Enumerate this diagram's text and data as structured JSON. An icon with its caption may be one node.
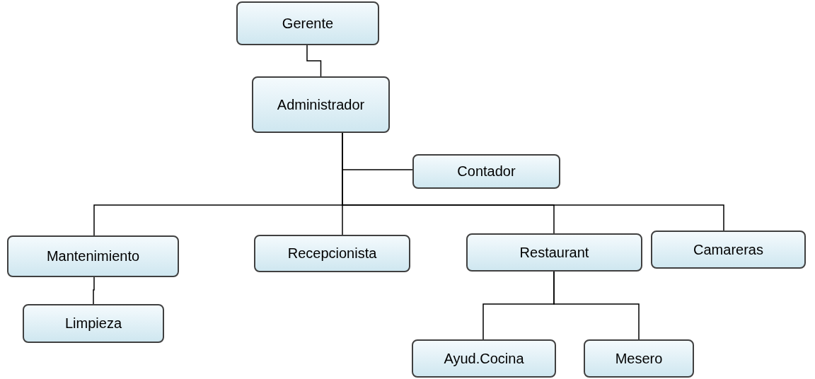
{
  "diagram": {
    "nodes": [
      {
        "text": [
          "Gerente"
        ]
      },
      {
        "text": [
          "Administrador"
        ]
      },
      {
        "text": [
          "Contador"
        ]
      },
      {
        "text": [
          "Mantenimiento"
        ]
      },
      {
        "text": [
          "Recepcionista"
        ]
      },
      {
        "text": [
          "Restaurant"
        ]
      },
      {
        "text": [
          "Camareras"
        ]
      },
      {
        "text": [
          "Limpieza"
        ]
      },
      {
        "text": [
          "Ayud.Cocina"
        ]
      },
      {
        "text": [
          "Mesero"
        ]
      }
    ],
    "edges": [
      {
        "from": 0,
        "to": 1,
        "arrow": "none"
      },
      {
        "from": 1,
        "to": 2,
        "arrow": "none"
      },
      {
        "from": 1,
        "to": 3,
        "arrow": "none"
      },
      {
        "from": 1,
        "to": 4,
        "arrow": "none"
      },
      {
        "from": 1,
        "to": 5,
        "arrow": "none"
      },
      {
        "from": 1,
        "to": 6,
        "arrow": "none"
      },
      {
        "from": 3,
        "to": 7,
        "arrow": "none"
      },
      {
        "from": 5,
        "to": 8,
        "arrow": "none"
      },
      {
        "from": 5,
        "to": 9,
        "arrow": "none"
      }
    ]
  }
}
